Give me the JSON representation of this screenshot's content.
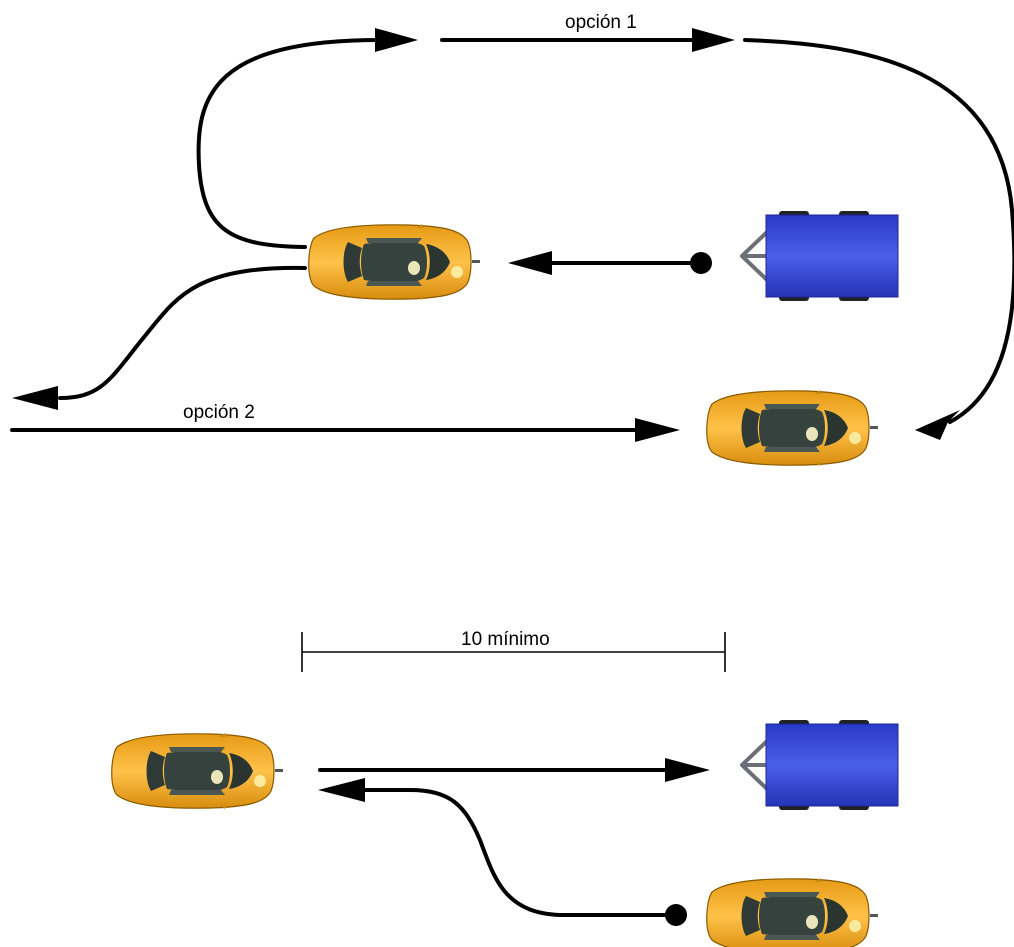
{
  "labels": {
    "option1": "opción 1",
    "option2": "opción 2",
    "distance": "10 mínimo"
  },
  "colors": {
    "car_body": "#f2a51f",
    "car_body_dark": "#c97b08",
    "car_glass": "#2f3a36",
    "trailer_body": "#3345d6",
    "trailer_hitch": "#6b7078",
    "wheel": "#222222",
    "path": "#000000"
  },
  "icons": {
    "car": "car-top-view-icon",
    "trailer": "trailer-top-view-icon",
    "start_point": "filled-dot-icon",
    "direction": "arrowhead-icon"
  }
}
